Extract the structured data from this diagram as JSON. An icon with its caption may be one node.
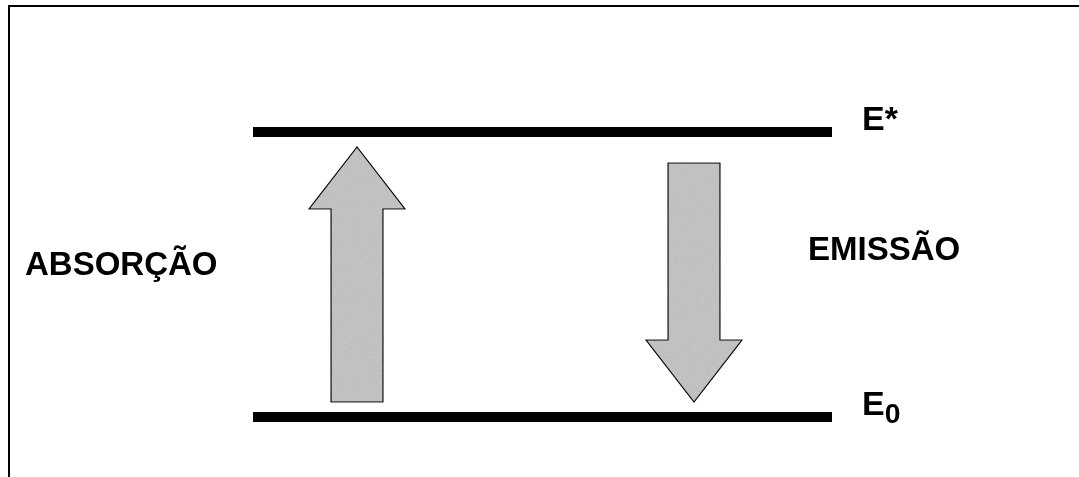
{
  "diagram": {
    "nodes": [
      {
        "text": [
          "E*"
        ]
      },
      {
        "text": [
          "E$_{0}$"
        ]
      }
    ],
    "edges": [
      {
        "from": 1,
        "to": 0,
        "arrow": "to",
        "label": "ABSORÇÃO"
      },
      {
        "from": 0,
        "to": 1,
        "arrow": "to",
        "label": "EMISSÃO"
      }
    ]
  }
}
